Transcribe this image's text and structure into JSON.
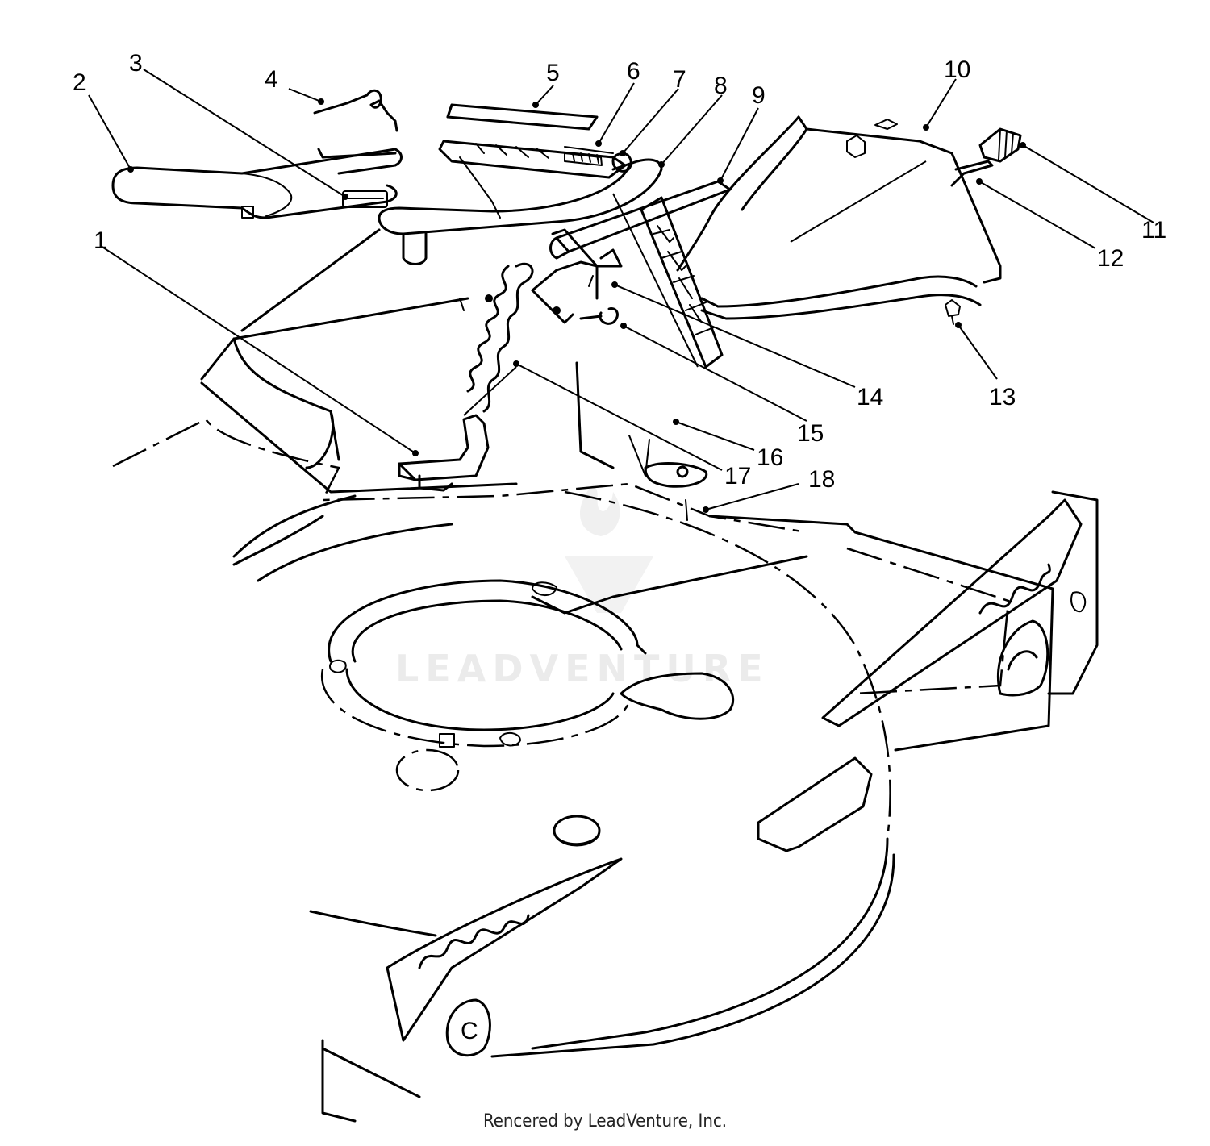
{
  "diagram": {
    "callouts": [
      "1",
      "2",
      "3",
      "4",
      "5",
      "6",
      "7",
      "8",
      "9",
      "10",
      "11",
      "12",
      "13",
      "14",
      "15",
      "16",
      "17",
      "18"
    ],
    "watermark": "LEADVENTURE",
    "credit": "Rencered by LeadVenture, Inc."
  }
}
